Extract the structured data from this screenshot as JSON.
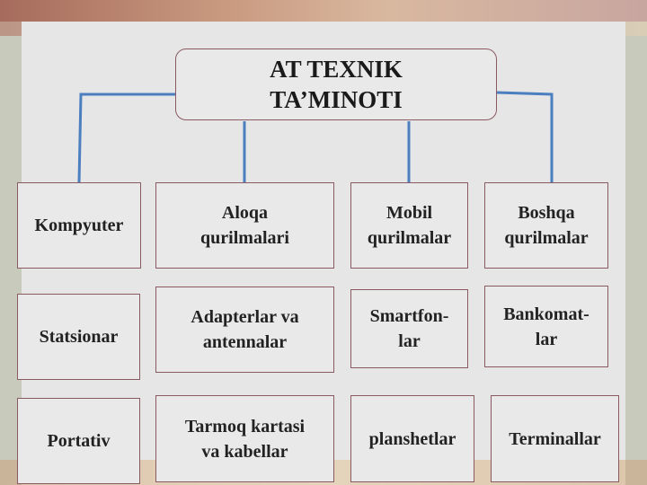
{
  "root": {
    "label": "AT TEXNIK\nTA’MINOTI"
  },
  "columns": [
    {
      "header": "Kompyuter",
      "items": [
        "Statsionar",
        "Portativ"
      ]
    },
    {
      "header": "Aloqa\nqurilmalari",
      "items": [
        "Adapterlar va\nantennalar",
        "Tarmoq kartasi\nva kabellar"
      ]
    },
    {
      "header": "Mobil\nqurilmalar",
      "items": [
        "Smartfon-\nlar",
        "planshetlar"
      ]
    },
    {
      "header": "Boshqa\nqurilmalar",
      "items": [
        "Bankomat-\nlar",
        "Terminallar"
      ]
    }
  ],
  "colors": {
    "border": "#8a5a63",
    "connector": "#4b7fc0",
    "box_fill": "#e9e9e9"
  }
}
